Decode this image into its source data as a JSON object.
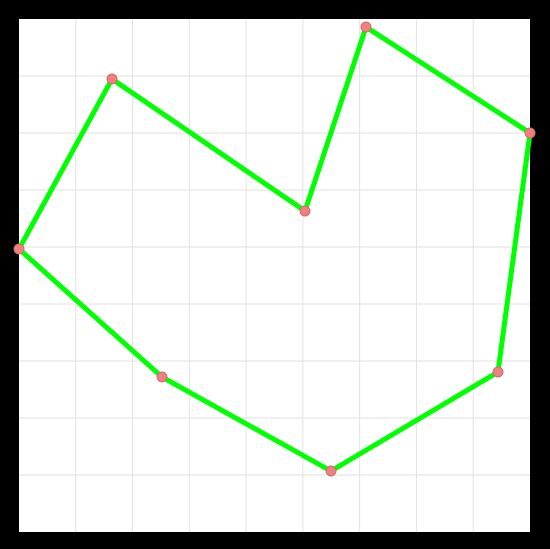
{
  "colors": {
    "background_outer": "#000000",
    "canvas": "#ffffff",
    "grid": "#e2e2e2",
    "edge": "#00ff00",
    "vertex_fill": "#f08080",
    "vertex_stroke": "#c87070"
  },
  "grid": {
    "visible": true,
    "divisions": 9
  },
  "shape": {
    "type": "closed-polygon",
    "vertex_count": 8
  }
}
